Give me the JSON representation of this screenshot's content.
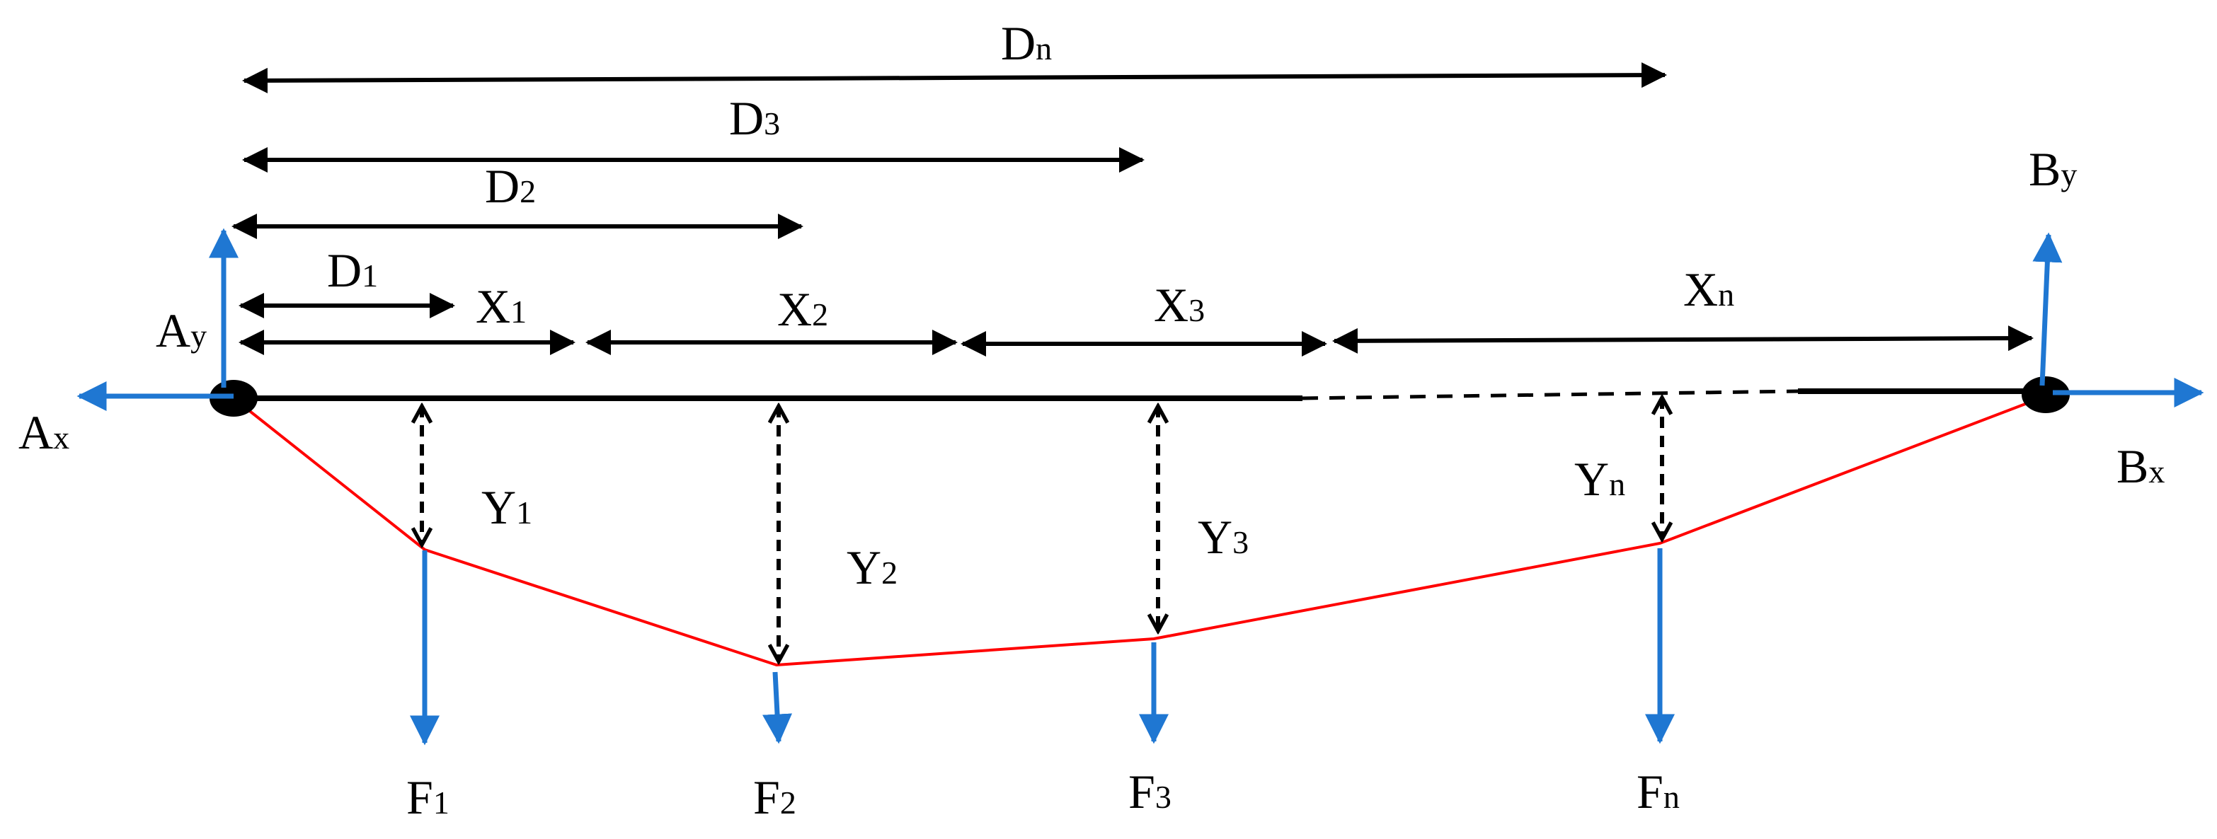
{
  "colors": {
    "beam": "#000000",
    "cable": "#ff0000",
    "force": "#1f77d2",
    "text": "#000000"
  },
  "support_a": {
    "label_x": {
      "main": "A",
      "sub": "x"
    },
    "label_y": {
      "main": "A",
      "sub": "y"
    }
  },
  "support_b": {
    "label_x": {
      "main": "B",
      "sub": "x"
    },
    "label_y": {
      "main": "B",
      "sub": "y"
    }
  },
  "distances_d": [
    {
      "main": "D",
      "sub": "1"
    },
    {
      "main": "D",
      "sub": "2"
    },
    {
      "main": "D",
      "sub": "3"
    },
    {
      "main": "D",
      "sub": "n"
    }
  ],
  "segments_x": [
    {
      "main": "X",
      "sub": "1"
    },
    {
      "main": "X",
      "sub": "2"
    },
    {
      "main": "X",
      "sub": "3"
    },
    {
      "main": "X",
      "sub": "n"
    }
  ],
  "sags_y": [
    {
      "main": "Y",
      "sub": "1"
    },
    {
      "main": "Y",
      "sub": "2"
    },
    {
      "main": "Y",
      "sub": "3"
    },
    {
      "main": "Y",
      "sub": "n"
    }
  ],
  "loads_f": [
    {
      "main": "F",
      "sub": "1"
    },
    {
      "main": "F",
      "sub": "2"
    },
    {
      "main": "F",
      "sub": "3"
    },
    {
      "main": "F",
      "sub": "n"
    }
  ],
  "arrow_icons": [
    "double-headed-arrow-icon",
    "dashed-double-arrow-icon",
    "force-arrow-icon"
  ]
}
